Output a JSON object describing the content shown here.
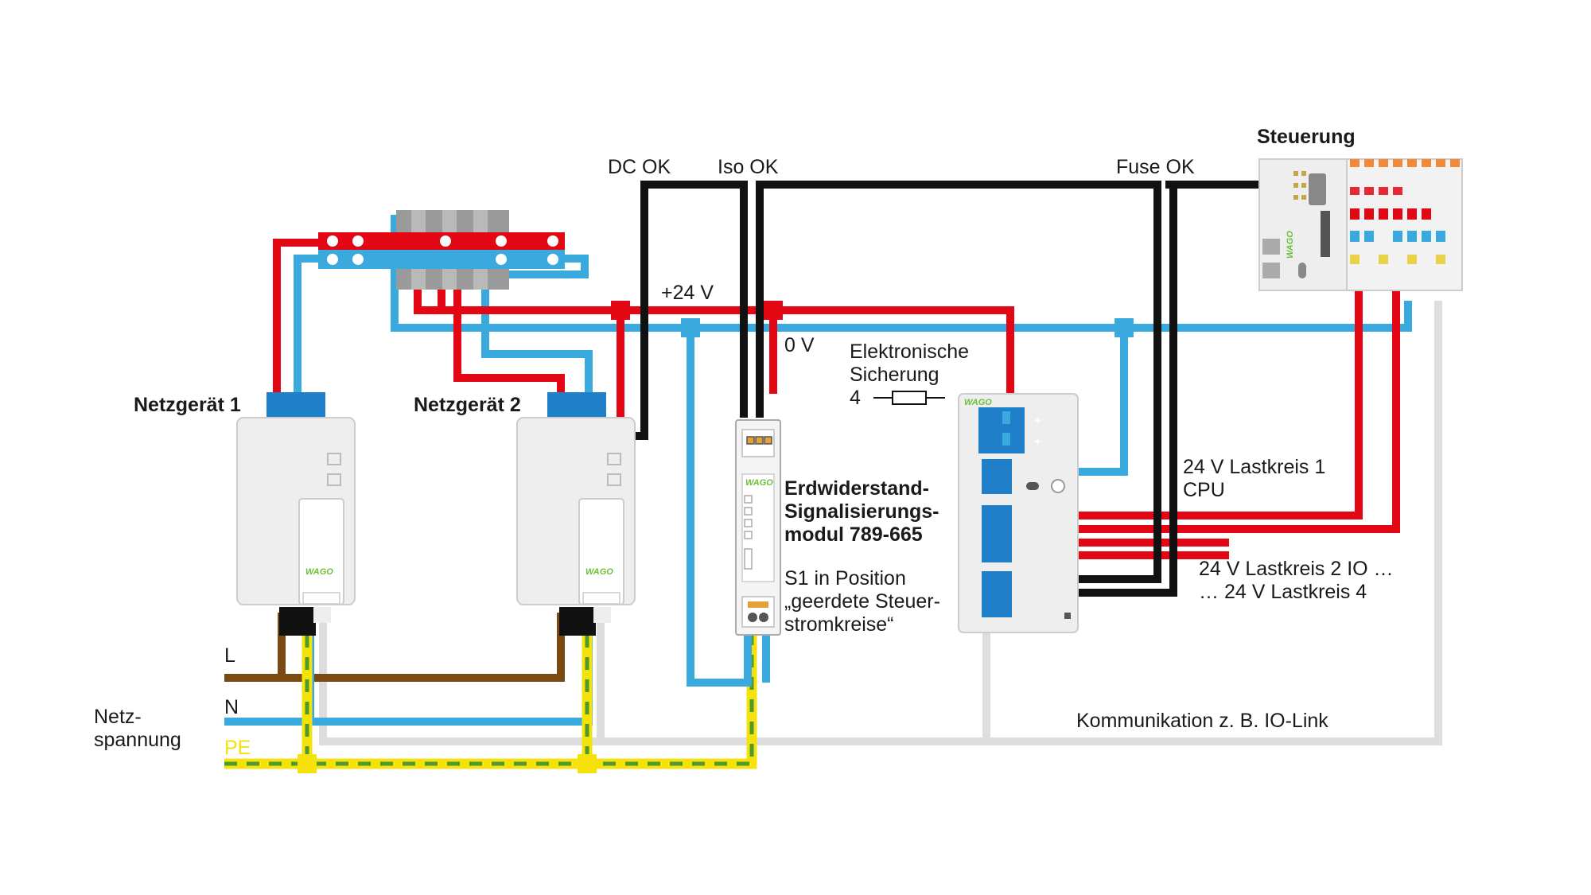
{
  "colors": {
    "plus_24v": "#e30613",
    "zero_v": "#3aa9de",
    "signal": "#111111",
    "communication": "#dddddd",
    "line_l": "#7a4a12",
    "neutral_n": "#3aa9de",
    "protective_earth_yellow": "#f5e20b",
    "protective_earth_green": "#4f9a2c",
    "terminal_blue": "#1f7fc9",
    "housing_grey": "#eeeeee"
  },
  "labels": {
    "netzgeraet_1": "Netzgerät 1",
    "netzgeraet_2": "Netzgerät 2",
    "steuerung": "Steuerung",
    "dc_ok": "DC OK",
    "iso_ok": "Iso OK",
    "fuse_ok": "Fuse OK",
    "plus_24v": "+24 V",
    "zero_v": "0 V",
    "sicherung_line1": "Elektronische",
    "sicherung_line2": "Sicherung",
    "sicherung_count": "4",
    "erd_line1": "Erdwiderstand-",
    "erd_line2": "Signalisierungs-",
    "erd_line3": "modul 789-665",
    "s1_line1": "S1 in Position",
    "s1_line2": "„geerdete Steuer-",
    "s1_line3": "stromkreise“",
    "lastkreis1_line1": "24 V Lastkreis 1",
    "lastkreis1_line2": "CPU",
    "lastkreis2_line1": "24 V Lastkreis 2 IO …",
    "lastkreis2_line2": "… 24 V Lastkreis 4",
    "kommunikation": "Kommunikation z. B. IO-Link",
    "netz_line1": "Netz-",
    "netz_line2": "spannung",
    "l": "L",
    "n": "N",
    "pe": "PE"
  },
  "logo_text": "WAGO",
  "plus_symbol": "+"
}
